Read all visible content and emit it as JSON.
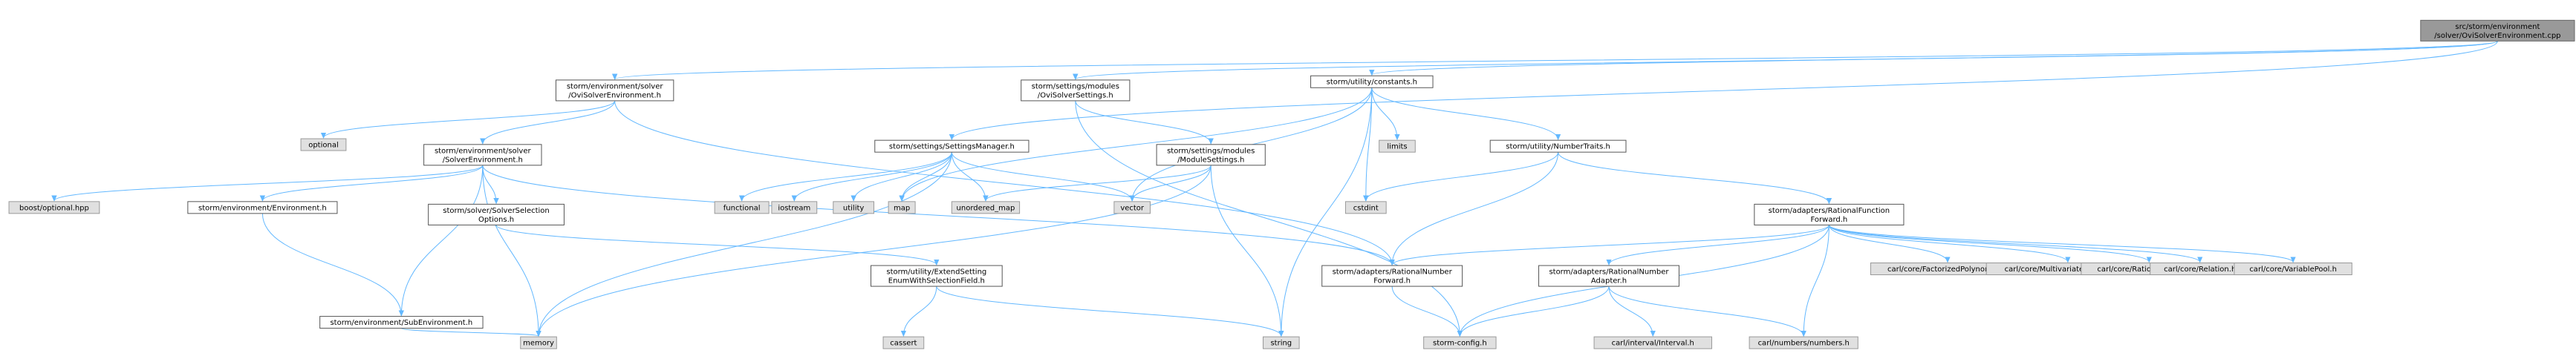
{
  "colors": {
    "edge": "#63b8ff",
    "node_border": "#555555",
    "external_fill": "#e0e0e0",
    "root_fill": "#999999"
  },
  "nodes": [
    {
      "id": "root",
      "kind": "root",
      "lines": [
        "src/storm/environment",
        "/solver/OviSolverEnvironment.cpp"
      ]
    },
    {
      "id": "ovi_env_h",
      "kind": "normal",
      "lines": [
        "storm/environment/solver",
        "/OviSolverEnvironment.h"
      ]
    },
    {
      "id": "ovi_settings",
      "kind": "normal",
      "lines": [
        "storm/settings/modules",
        "/OviSolverSettings.h"
      ]
    },
    {
      "id": "constants",
      "kind": "normal",
      "lines": [
        "storm/utility/constants.h"
      ]
    },
    {
      "id": "optional",
      "kind": "external",
      "lines": [
        "optional"
      ]
    },
    {
      "id": "solver_env",
      "kind": "normal",
      "lines": [
        "storm/environment/solver",
        "/SolverEnvironment.h"
      ]
    },
    {
      "id": "settings_mgr",
      "kind": "normal",
      "lines": [
        "storm/settings/SettingsManager.h"
      ]
    },
    {
      "id": "module_settings",
      "kind": "normal",
      "lines": [
        "storm/settings/modules",
        "/ModuleSettings.h"
      ]
    },
    {
      "id": "limits",
      "kind": "external",
      "lines": [
        "limits"
      ]
    },
    {
      "id": "number_traits",
      "kind": "normal",
      "lines": [
        "storm/utility/NumberTraits.h"
      ]
    },
    {
      "id": "boost_optional",
      "kind": "external",
      "lines": [
        "boost/optional.hpp"
      ]
    },
    {
      "id": "environment",
      "kind": "normal",
      "lines": [
        "storm/environment/Environment.h"
      ]
    },
    {
      "id": "solver_selection",
      "kind": "normal",
      "lines": [
        "storm/solver/SolverSelection",
        "Options.h"
      ]
    },
    {
      "id": "functional",
      "kind": "external",
      "lines": [
        "functional"
      ]
    },
    {
      "id": "iostream",
      "kind": "external",
      "lines": [
        "iostream"
      ]
    },
    {
      "id": "utility",
      "kind": "external",
      "lines": [
        "utility"
      ]
    },
    {
      "id": "map",
      "kind": "external",
      "lines": [
        "map"
      ]
    },
    {
      "id": "unordered_map",
      "kind": "external",
      "lines": [
        "unordered_map"
      ]
    },
    {
      "id": "vector",
      "kind": "external",
      "lines": [
        "vector"
      ]
    },
    {
      "id": "cstdint",
      "kind": "external",
      "lines": [
        "cstdint"
      ]
    },
    {
      "id": "rational_function_fwd",
      "kind": "normal",
      "lines": [
        "storm/adapters/RationalFunction",
        "Forward.h"
      ]
    },
    {
      "id": "extend_setting",
      "kind": "normal",
      "lines": [
        "storm/utility/ExtendSetting",
        "EnumWithSelectionField.h"
      ]
    },
    {
      "id": "rational_number_fwd",
      "kind": "normal",
      "lines": [
        "storm/adapters/RationalNumber",
        "Forward.h"
      ]
    },
    {
      "id": "rational_number_adapter",
      "kind": "normal",
      "lines": [
        "storm/adapters/RationalNumber",
        "Adapter.h"
      ]
    },
    {
      "id": "factorized_poly",
      "kind": "external",
      "lines": [
        "carl/core/FactorizedPolynomial.h"
      ]
    },
    {
      "id": "multivariate_poly",
      "kind": "external",
      "lines": [
        "carl/core/MultivariatePolynomial.h"
      ]
    },
    {
      "id": "carl_rational_function",
      "kind": "external",
      "lines": [
        "carl/core/RationalFunction.h"
      ]
    },
    {
      "id": "carl_relation",
      "kind": "external",
      "lines": [
        "carl/core/Relation.h"
      ]
    },
    {
      "id": "carl_variable_pool",
      "kind": "external",
      "lines": [
        "carl/core/VariablePool.h"
      ]
    },
    {
      "id": "sub_environment",
      "kind": "normal",
      "lines": [
        "storm/environment/SubEnvironment.h"
      ]
    },
    {
      "id": "memory",
      "kind": "external",
      "lines": [
        "memory"
      ]
    },
    {
      "id": "cassert",
      "kind": "external",
      "lines": [
        "cassert"
      ]
    },
    {
      "id": "string",
      "kind": "external",
      "lines": [
        "string"
      ]
    },
    {
      "id": "storm_config",
      "kind": "external",
      "lines": [
        "storm-config.h"
      ]
    },
    {
      "id": "carl_interval",
      "kind": "external",
      "lines": [
        "carl/interval/Interval.h"
      ]
    },
    {
      "id": "carl_numbers",
      "kind": "external",
      "lines": [
        "carl/numbers/numbers.h"
      ]
    }
  ],
  "edges": [
    [
      "root",
      "ovi_env_h"
    ],
    [
      "root",
      "ovi_settings"
    ],
    [
      "root",
      "constants"
    ],
    [
      "root",
      "settings_mgr"
    ],
    [
      "ovi_env_h",
      "optional"
    ],
    [
      "ovi_env_h",
      "solver_env"
    ],
    [
      "ovi_env_h",
      "rational_number_fwd"
    ],
    [
      "solver_env",
      "boost_optional"
    ],
    [
      "solver_env",
      "environment"
    ],
    [
      "solver_env",
      "solver_selection"
    ],
    [
      "solver_env",
      "sub_environment"
    ],
    [
      "solver_env",
      "memory"
    ],
    [
      "solver_env",
      "rational_number_fwd"
    ],
    [
      "environment",
      "sub_environment"
    ],
    [
      "sub_environment",
      "memory"
    ],
    [
      "solver_selection",
      "extend_setting"
    ],
    [
      "extend_setting",
      "cassert"
    ],
    [
      "extend_setting",
      "string"
    ],
    [
      "settings_mgr",
      "functional"
    ],
    [
      "settings_mgr",
      "iostream"
    ],
    [
      "settings_mgr",
      "utility"
    ],
    [
      "settings_mgr",
      "map"
    ],
    [
      "settings_mgr",
      "unordered_map"
    ],
    [
      "settings_mgr",
      "vector"
    ],
    [
      "settings_mgr",
      "memory"
    ],
    [
      "ovi_settings",
      "module_settings"
    ],
    [
      "ovi_settings",
      "storm_config"
    ],
    [
      "module_settings",
      "unordered_map"
    ],
    [
      "module_settings",
      "vector"
    ],
    [
      "module_settings",
      "memory"
    ],
    [
      "module_settings",
      "string"
    ],
    [
      "constants",
      "map"
    ],
    [
      "constants",
      "vector"
    ],
    [
      "constants",
      "limits"
    ],
    [
      "constants",
      "cstdint"
    ],
    [
      "constants",
      "string"
    ],
    [
      "constants",
      "number_traits"
    ],
    [
      "number_traits",
      "cstdint"
    ],
    [
      "number_traits",
      "rational_function_fwd"
    ],
    [
      "number_traits",
      "rational_number_fwd"
    ],
    [
      "rational_function_fwd",
      "rational_number_fwd"
    ],
    [
      "rational_function_fwd",
      "rational_number_adapter"
    ],
    [
      "rational_function_fwd",
      "storm_config"
    ],
    [
      "rational_function_fwd",
      "carl_numbers"
    ],
    [
      "rational_function_fwd",
      "factorized_poly"
    ],
    [
      "rational_function_fwd",
      "multivariate_poly"
    ],
    [
      "rational_function_fwd",
      "carl_rational_function"
    ],
    [
      "rational_function_fwd",
      "carl_relation"
    ],
    [
      "rational_function_fwd",
      "carl_variable_pool"
    ],
    [
      "rational_number_fwd",
      "storm_config"
    ],
    [
      "rational_number_adapter",
      "storm_config"
    ],
    [
      "rational_number_adapter",
      "carl_interval"
    ],
    [
      "rational_number_adapter",
      "carl_numbers"
    ]
  ]
}
